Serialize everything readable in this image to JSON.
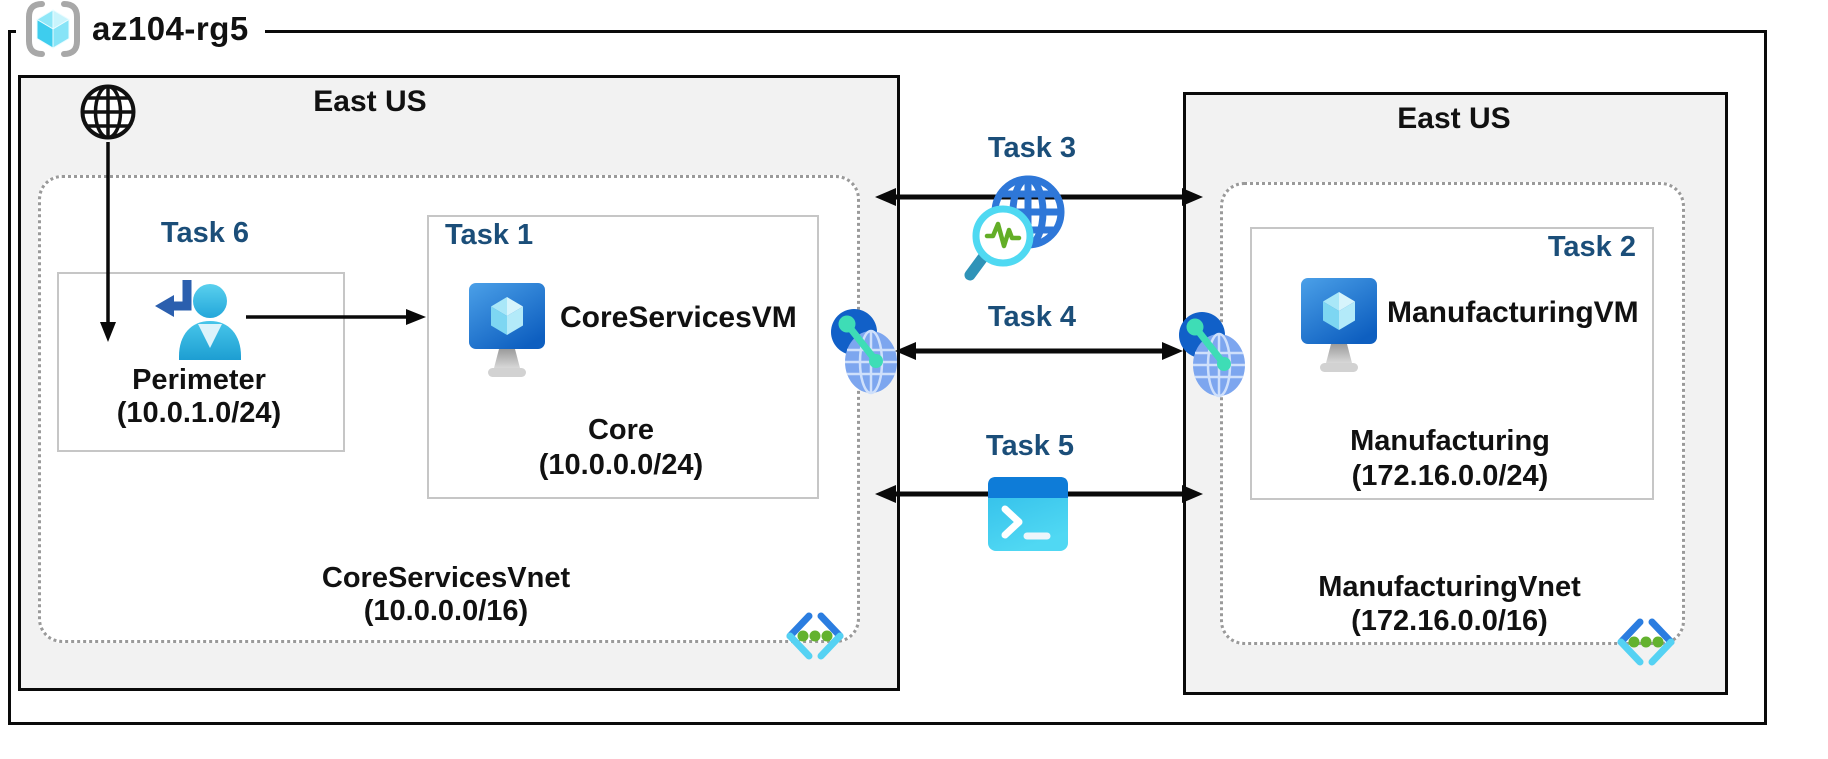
{
  "resource_group": {
    "label": "az104-rg5"
  },
  "left_region": {
    "title": "East US",
    "vnet": {
      "name": "CoreServicesVnet",
      "cidr": "(10.0.0.0/16)"
    },
    "task6": {
      "label": "Task 6",
      "subnet_name": "Perimeter",
      "subnet_cidr": "(10.0.1.0/24)"
    },
    "task1": {
      "label": "Task 1",
      "vm_name": "CoreServicesVM",
      "subnet_name": "Core",
      "subnet_cidr": "(10.0.0.0/24)"
    }
  },
  "right_region": {
    "title": "East US",
    "vnet": {
      "name": "ManufacturingVnet",
      "cidr": "(172.16.0.0/16)"
    },
    "task2": {
      "label": "Task 2",
      "vm_name": "ManufacturingVM",
      "subnet_name": "Manufacturing",
      "subnet_cidr": "(172.16.0.0/24)"
    }
  },
  "connections": {
    "task3": {
      "label": "Task 3",
      "icon": "network-watcher-icon"
    },
    "task4": {
      "label": "Task 4",
      "icon": "vnet-peering-icon"
    },
    "task5": {
      "label": "Task 5",
      "icon": "cloud-shell-icon"
    }
  },
  "icons": [
    "resource-group-icon",
    "internet-globe-icon",
    "sign-in-user-icon",
    "virtual-machine-icon",
    "network-watcher-icon",
    "vnet-peering-icon",
    "cloud-shell-icon",
    "subnet-code-icon"
  ],
  "colors": {
    "task_label": "#1B4E79",
    "region_fill": "#F2F2F2",
    "region_border": "#0A0A0A",
    "vnet_dotted_border": "#9A9A9A",
    "inner_box_border": "#C6C6C6",
    "arrow": "#0A0A0A",
    "text": "#111111"
  }
}
